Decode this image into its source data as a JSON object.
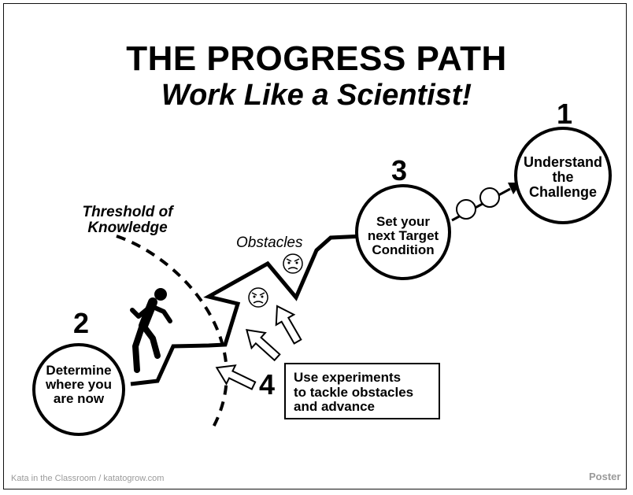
{
  "title": "THE PROGRESS PATH",
  "subtitle": "Work Like a Scientist!",
  "steps": [
    {
      "number": "1",
      "label_lines": [
        "Understand",
        "the",
        "Challenge"
      ]
    },
    {
      "number": "2",
      "label_lines": [
        "Determine",
        "where you",
        "are now"
      ]
    },
    {
      "number": "3",
      "label_lines": [
        "Set your",
        "next Target",
        "Condition"
      ]
    },
    {
      "number": "4",
      "label_lines": [
        "Use experiments",
        "to tackle obstacles",
        "and advance"
      ]
    }
  ],
  "threshold_lines": [
    "Threshold of",
    "Knowledge"
  ],
  "obstacles_label": "Obstacles",
  "footer": {
    "source": "Kata in the Classroom / katatogrow.com",
    "tag": "Poster"
  },
  "icons": [
    "running-person-icon",
    "angry-face-icon",
    "arrow-icon"
  ],
  "colors": {
    "ink": "#000000",
    "footer": "#9a9a9a",
    "background": "#ffffff"
  }
}
